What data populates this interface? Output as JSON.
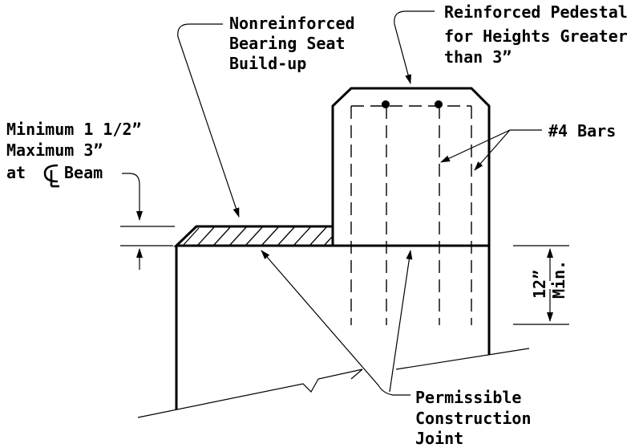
{
  "labels": {
    "nonreinforced": [
      "Nonreinforced",
      "Bearing Seat",
      "Build-up"
    ],
    "reinforced": [
      "Reinforced Pedestal",
      "for Heights Greater",
      "than 3”"
    ],
    "bars": "#4 Bars",
    "min_max": [
      "Minimum 1 1/2”",
      "Maximum 3”",
      "at",
      "Beam"
    ],
    "construction_joint": [
      "Permissible",
      "Construction",
      "Joint"
    ],
    "dimension": [
      "12”",
      "Min."
    ]
  },
  "icons": {
    "centerline": "centerline-symbol"
  }
}
